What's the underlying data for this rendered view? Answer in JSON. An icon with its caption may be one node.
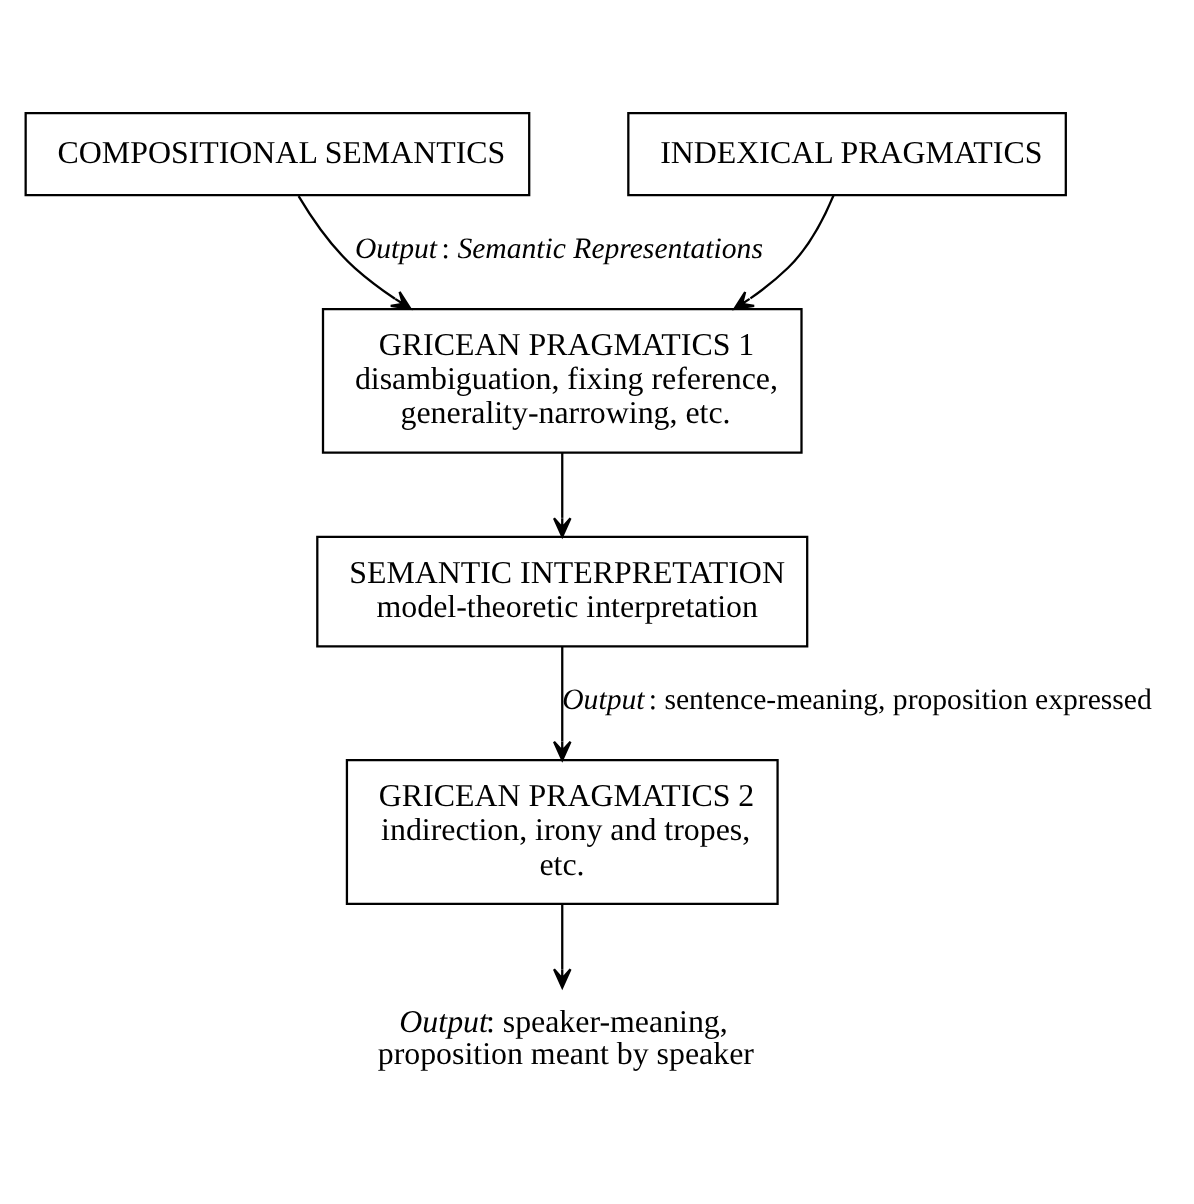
{
  "diagram": {
    "nodes": [
      {
        "text": [
          "COMPOSITIONAL SEMANTICS"
        ]
      },
      {
        "text": [
          "INDEXICAL PRAGMATICS"
        ]
      },
      {
        "text": [
          "GRICEAN PRAGMATICS 1",
          "disambiguation, fixing reference, generality-narrowing, etc."
        ]
      },
      {
        "text": [
          "SEMANTIC INTERPRETATION",
          "model-theoretic interpretation"
        ]
      },
      {
        "text": [
          "GRICEAN PRAGMATICS 2",
          "indirection, irony and tropes, etc."
        ]
      },
      {
        "text": [
          "*Output*: speaker-meaning, proposition meant by speaker"
        ]
      }
    ],
    "edges": [
      {
        "from": 0,
        "to": 2,
        "arrow": "to",
        "label": "*Output*: *Semantic Representations*"
      },
      {
        "from": 1,
        "to": 2,
        "arrow": "to"
      },
      {
        "from": 2,
        "to": 3,
        "arrow": "to"
      },
      {
        "from": 3,
        "to": 4,
        "arrow": "to",
        "label": "*Output*: sentence-meaning, proposition expressed"
      },
      {
        "from": 4,
        "to": 5,
        "arrow": "to"
      }
    ]
  }
}
